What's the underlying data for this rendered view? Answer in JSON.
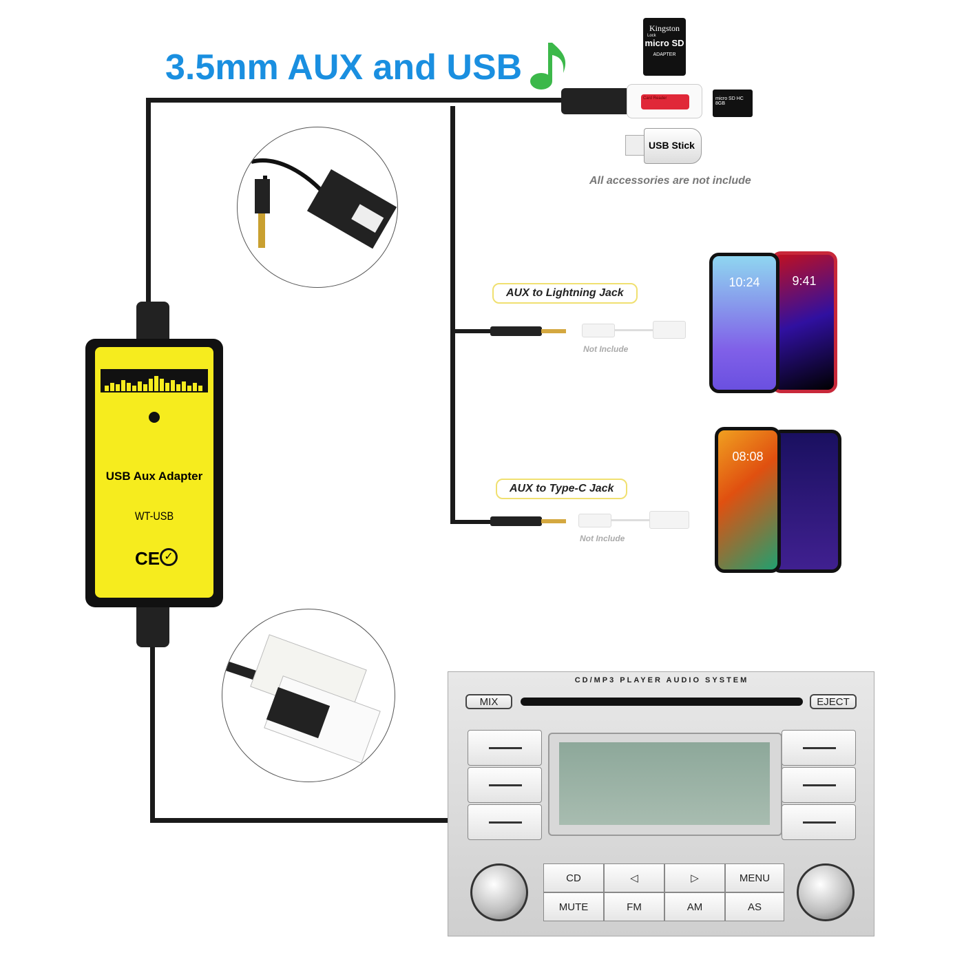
{
  "title": "3.5mm AUX and USB",
  "accessories": {
    "sd_adapter": {
      "brand": "Kingston",
      "type": "micro SD",
      "label": "ADAPTER",
      "lock": "Lock"
    },
    "card_reader": {
      "label": "Card Reader"
    },
    "microsd_card": {
      "label": "micro SD HC",
      "capacity": "8GB"
    },
    "usb_stick_label": "USB Stick",
    "note": "All accessories are not include"
  },
  "aux_lightning": {
    "label": "AUX to Lightning Jack",
    "note": "Not Include"
  },
  "aux_typec": {
    "label": "AUX to Type-C Jack",
    "note": "Not Include"
  },
  "phones": {
    "iphone_x_time": "10:24",
    "iphone_8_time": "9:41",
    "android_time": "08:08"
  },
  "adapter": {
    "name": "USB Aux Adapter",
    "model": "WT-USB",
    "cert": "CE"
  },
  "radio": {
    "header": "CD/MP3 PLAYER AUDIO SYSTEM",
    "mix": "MIX",
    "eject": "EJECT",
    "buttons_top": [
      "CD",
      "◁",
      "▷",
      "MENU"
    ],
    "buttons_bottom": [
      "MUTE",
      "FM",
      "AM",
      "AS"
    ]
  },
  "colors": {
    "title": "#1a8fe0",
    "adapter": "#f6ec1e",
    "note_icon": "#3cb84a",
    "label_border": "#f0e070"
  }
}
